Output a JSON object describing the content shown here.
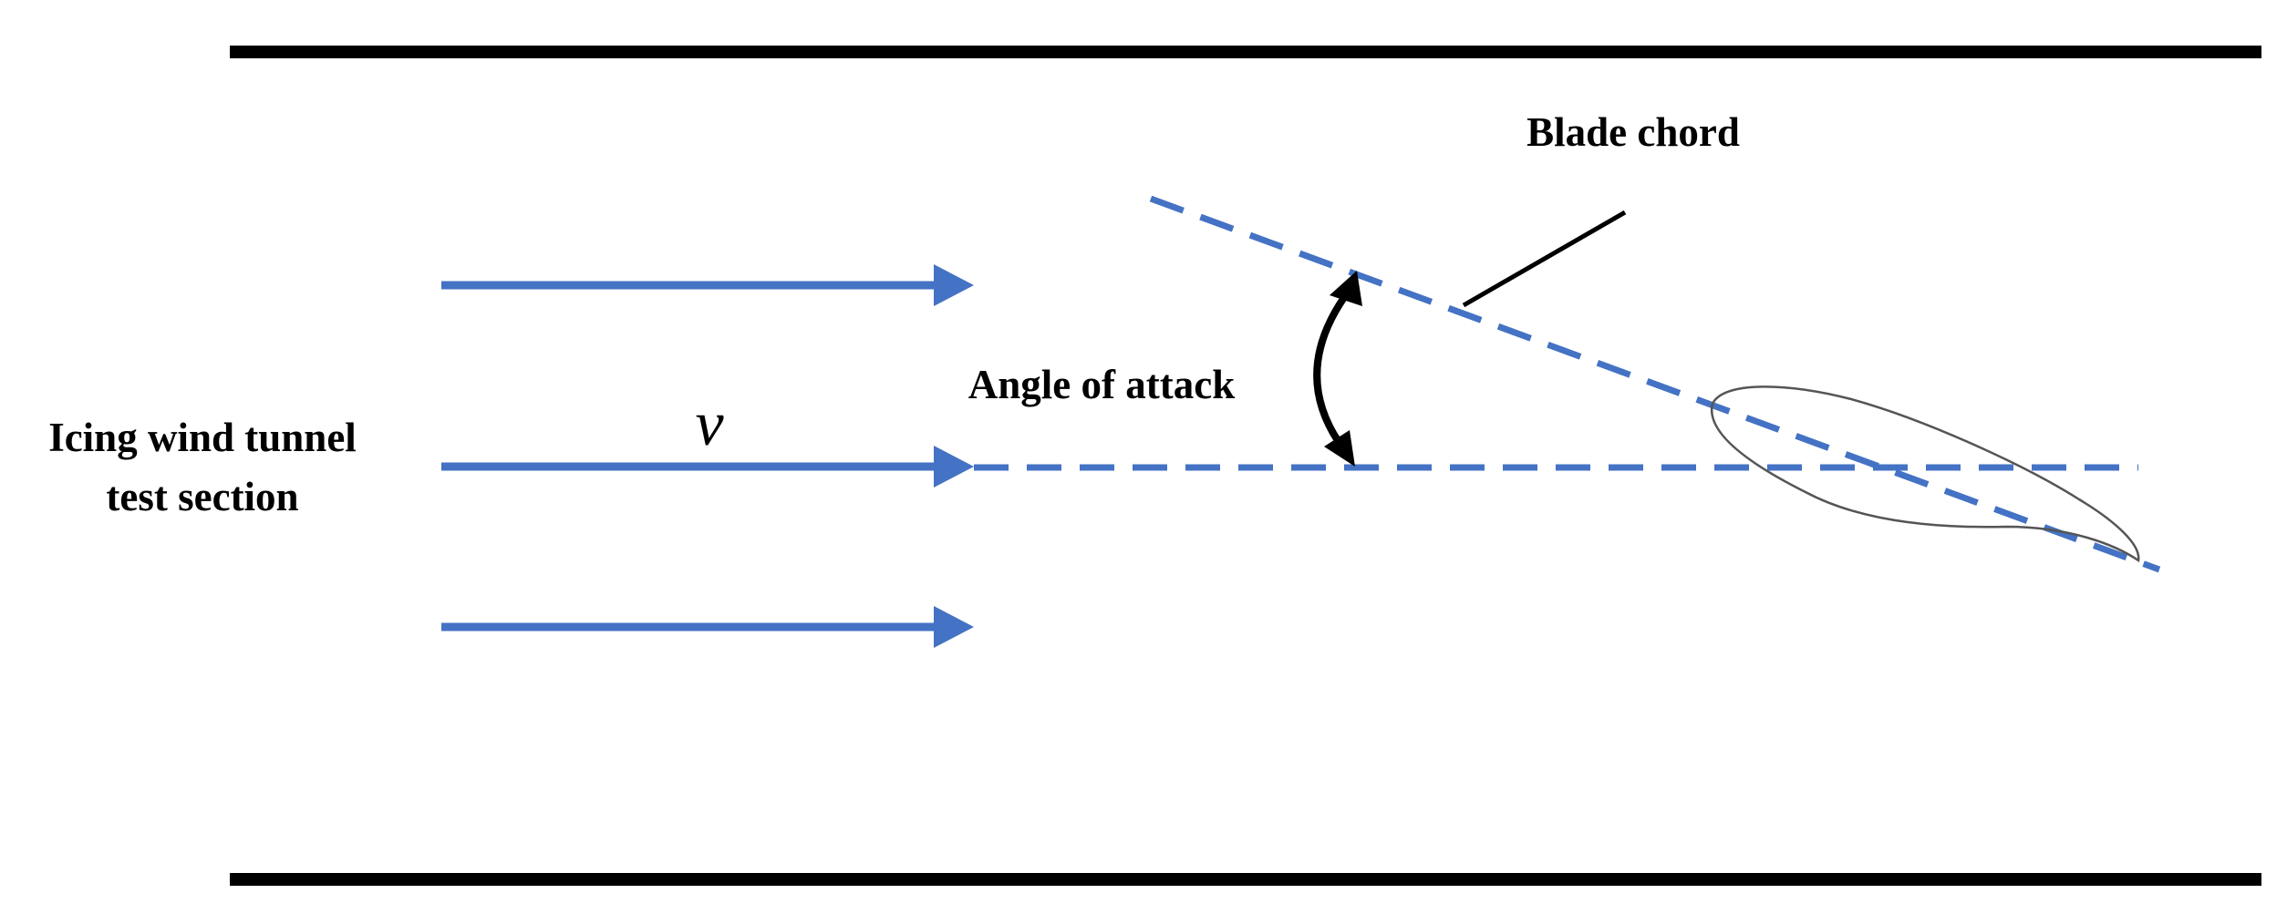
{
  "labels": {
    "section_line1": "Icing wind tunnel",
    "section_line2": "test section",
    "velocity": "v",
    "angle_of_attack": "Angle of attack",
    "blade_chord": "Blade chord"
  },
  "colors": {
    "flow": "#4472C4",
    "wall": "#000000",
    "text": "#000000",
    "airfoil_outline": "#555555"
  }
}
